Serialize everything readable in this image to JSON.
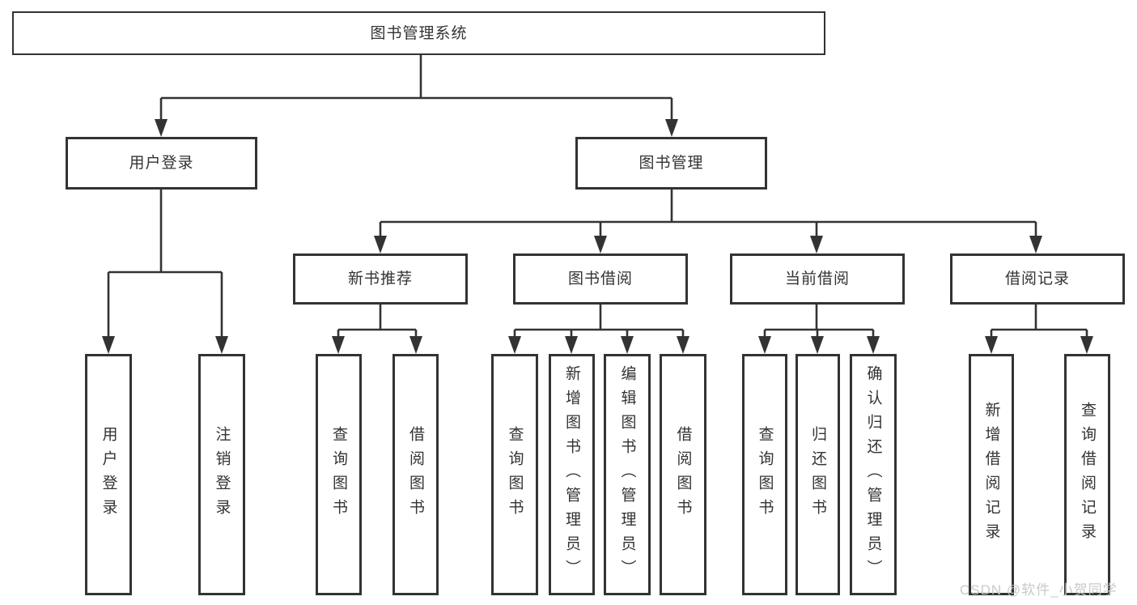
{
  "diagram": {
    "title": "图书管理系统",
    "watermark": "CSDN @软件_小贺同学",
    "colors": {
      "line": "#333333",
      "text": "#333333",
      "box_fill": "#ffffff",
      "background": "#ffffff",
      "watermark": "#c6c6c6"
    },
    "nodes": {
      "root": "图书管理系统",
      "user_login": "用户登录",
      "book_mgmt": "图书管理",
      "new_book_rec": "新书推荐",
      "book_borrow": "图书借阅",
      "current_borrow": "当前借阅",
      "borrow_record": "借阅记录",
      "leaf_user_login": "用户登录",
      "leaf_logout": "注销登录",
      "leaf_query_book_rec": "查询图书",
      "leaf_borrow_book_rec": "借阅图书",
      "leaf_query_book_borrow": "查询图书",
      "leaf_add_book_admin": "新增图书（管理员）",
      "leaf_edit_book_admin": "编辑图书（管理员）",
      "leaf_borrow_book_borrow": "借阅图书",
      "leaf_query_book_current": "查询图书",
      "leaf_return_book": "归还图书",
      "leaf_confirm_return_admin": "确认归还（管理员）",
      "leaf_add_borrow_record": "新增借阅记录",
      "leaf_query_borrow_record": "查询借阅记录"
    }
  }
}
